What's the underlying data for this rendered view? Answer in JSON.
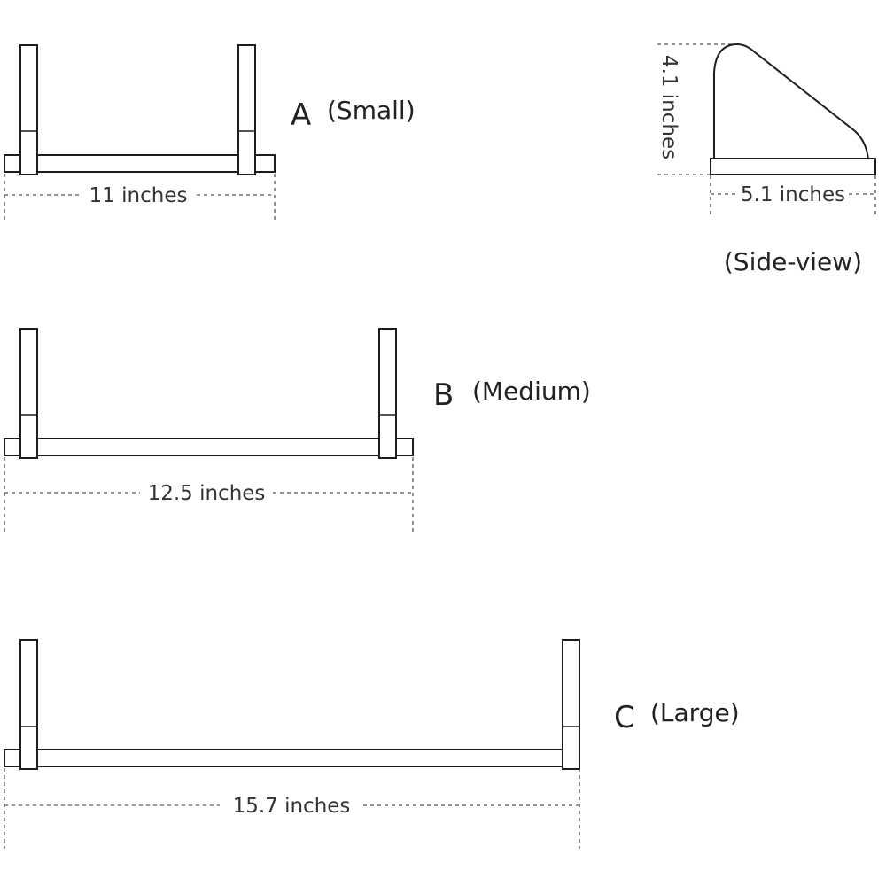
{
  "shelves": [
    {
      "letter": "A",
      "size": "(Small)",
      "width_label": "11 inches"
    },
    {
      "letter": "B",
      "size": "(Medium)",
      "width_label": "12.5 inches"
    },
    {
      "letter": "C",
      "size": "(Large)",
      "width_label": "15.7 inches"
    }
  ],
  "side_view": {
    "height_label": "4.1 inches",
    "depth_label": "5.1 inches",
    "caption": "(Side-view)"
  },
  "colors": {
    "line": "#1e1e1e",
    "dash": "#555555",
    "text": "#222222"
  }
}
